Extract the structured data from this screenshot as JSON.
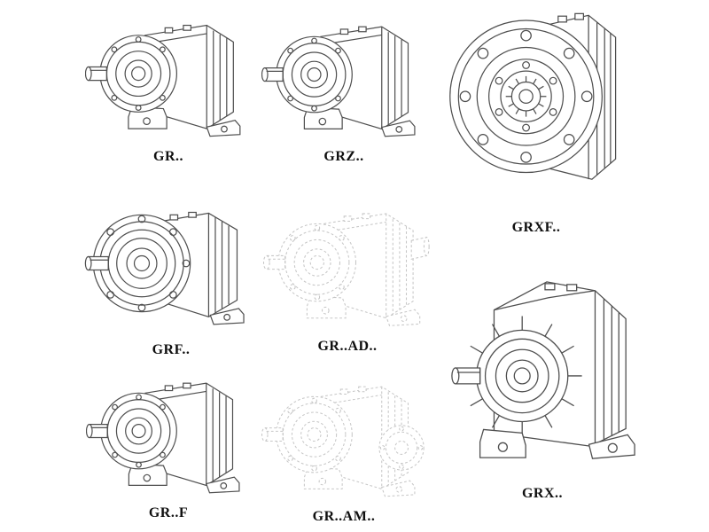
{
  "colors": {
    "background": "#ffffff",
    "line_color": "#4f4f4f",
    "ghost_line_color": "#c6c6c6",
    "label_color": "#101010"
  },
  "figures": [
    {
      "id": "gr",
      "label": "GR..",
      "style": "solid",
      "drawing": "helical-gearbox-foot-mounted-iso"
    },
    {
      "id": "grz",
      "label": "GRZ..",
      "style": "solid",
      "drawing": "helical-gearbox-foot-mounted-iso"
    },
    {
      "id": "grxf",
      "label": "GRXF..",
      "style": "solid",
      "drawing": "helical-gearbox-flange-front-view"
    },
    {
      "id": "grf",
      "label": "GRF..",
      "style": "solid",
      "drawing": "helical-gearbox-flange-mounted-iso"
    },
    {
      "id": "grad",
      "label": "GR..AD..",
      "style": "ghost-dashed",
      "drawing": "helical-gearbox-with-input-shaft-adapter"
    },
    {
      "id": "grff",
      "label": "GR..F",
      "style": "solid",
      "drawing": "helical-gearbox-foot-mounted-iso"
    },
    {
      "id": "gram",
      "label": "GR..AM..",
      "style": "ghost-dashed",
      "drawing": "helical-gearbox-with-motor-adapter-flange"
    },
    {
      "id": "grx",
      "label": "GRX..",
      "style": "solid",
      "drawing": "large-helical-gearbox-foot-mounted-iso"
    }
  ]
}
